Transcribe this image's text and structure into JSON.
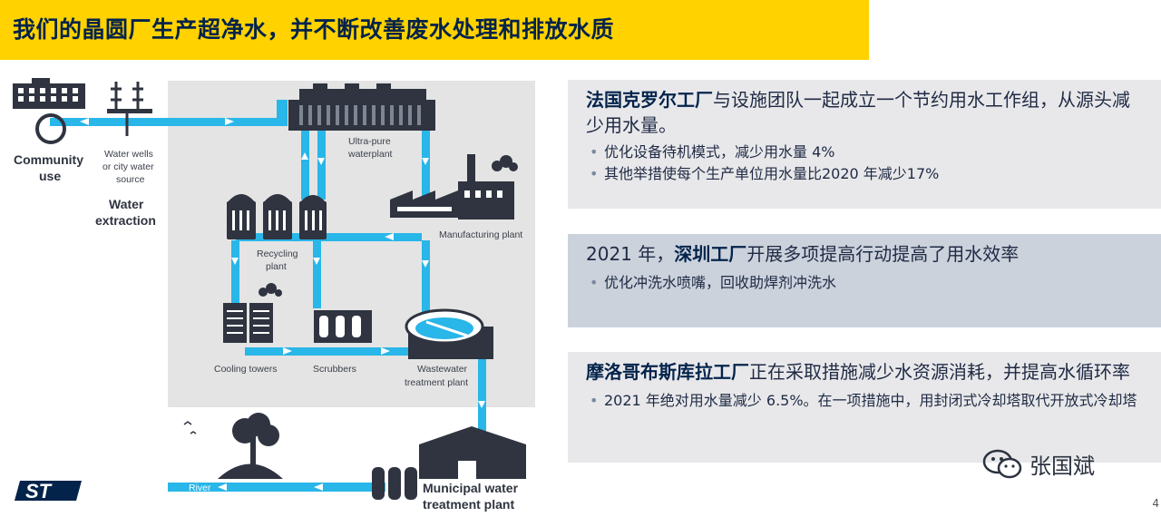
{
  "title": "我们的晶圆厂生产超净水，并不断改善废水处理和排放水质",
  "diagram": {
    "community_line1": "Community",
    "community_line2": "use",
    "wells_line1": "Water wells",
    "wells_line2": "or city water",
    "wells_line3": "source",
    "extraction_line1": "Water",
    "extraction_line2": "extraction",
    "ultrapure_line1": "Ultra-pure",
    "ultrapure_line2": "waterplant",
    "manufacturing": "Manufacturing plant",
    "recycling_line1": "Recycling",
    "recycling_line2": "plant",
    "cooling": "Cooling towers",
    "scrubbers": "Scrubbers",
    "wastewater_line1": "Wastewater",
    "wastewater_line2": "treatment plant",
    "river": "River",
    "municipal_line1": "Municipal water",
    "municipal_line2": "treatment plant"
  },
  "panels": {
    "p1": {
      "bold": "法国克罗尔工厂",
      "rest": "与设施团队一起成立一个节约用水工作组，从源头减少用水量。",
      "bullets": [
        "优化设备待机模式，减少用水量 4%",
        "其他举措使每个生产单位用水量比2020 年减少17%"
      ]
    },
    "p2": {
      "pre": "2021 年，",
      "bold": "深圳工厂",
      "rest": "开展多项提高行动提高了用水效率",
      "bullets": [
        "优化冲洗水喷嘴，回收助焊剂冲洗水"
      ]
    },
    "p3": {
      "bold": "摩洛哥布斯库拉工厂",
      "rest": "正在采取措施减少水资源消耗，并提高水循环率",
      "bullets": [
        "2021 年绝对用水量减少 6.5%。在一项措施中，用封闭式冷却塔取代开放式冷却塔"
      ]
    }
  },
  "wechat_name": "张国斌",
  "page_number": "4",
  "colors": {
    "accent_yellow": "#ffd200",
    "pipe": "#29b6e8",
    "navy": "#03234b",
    "panel_gray": "#e8e8ea",
    "panel_blue": "#ccd2dc"
  }
}
